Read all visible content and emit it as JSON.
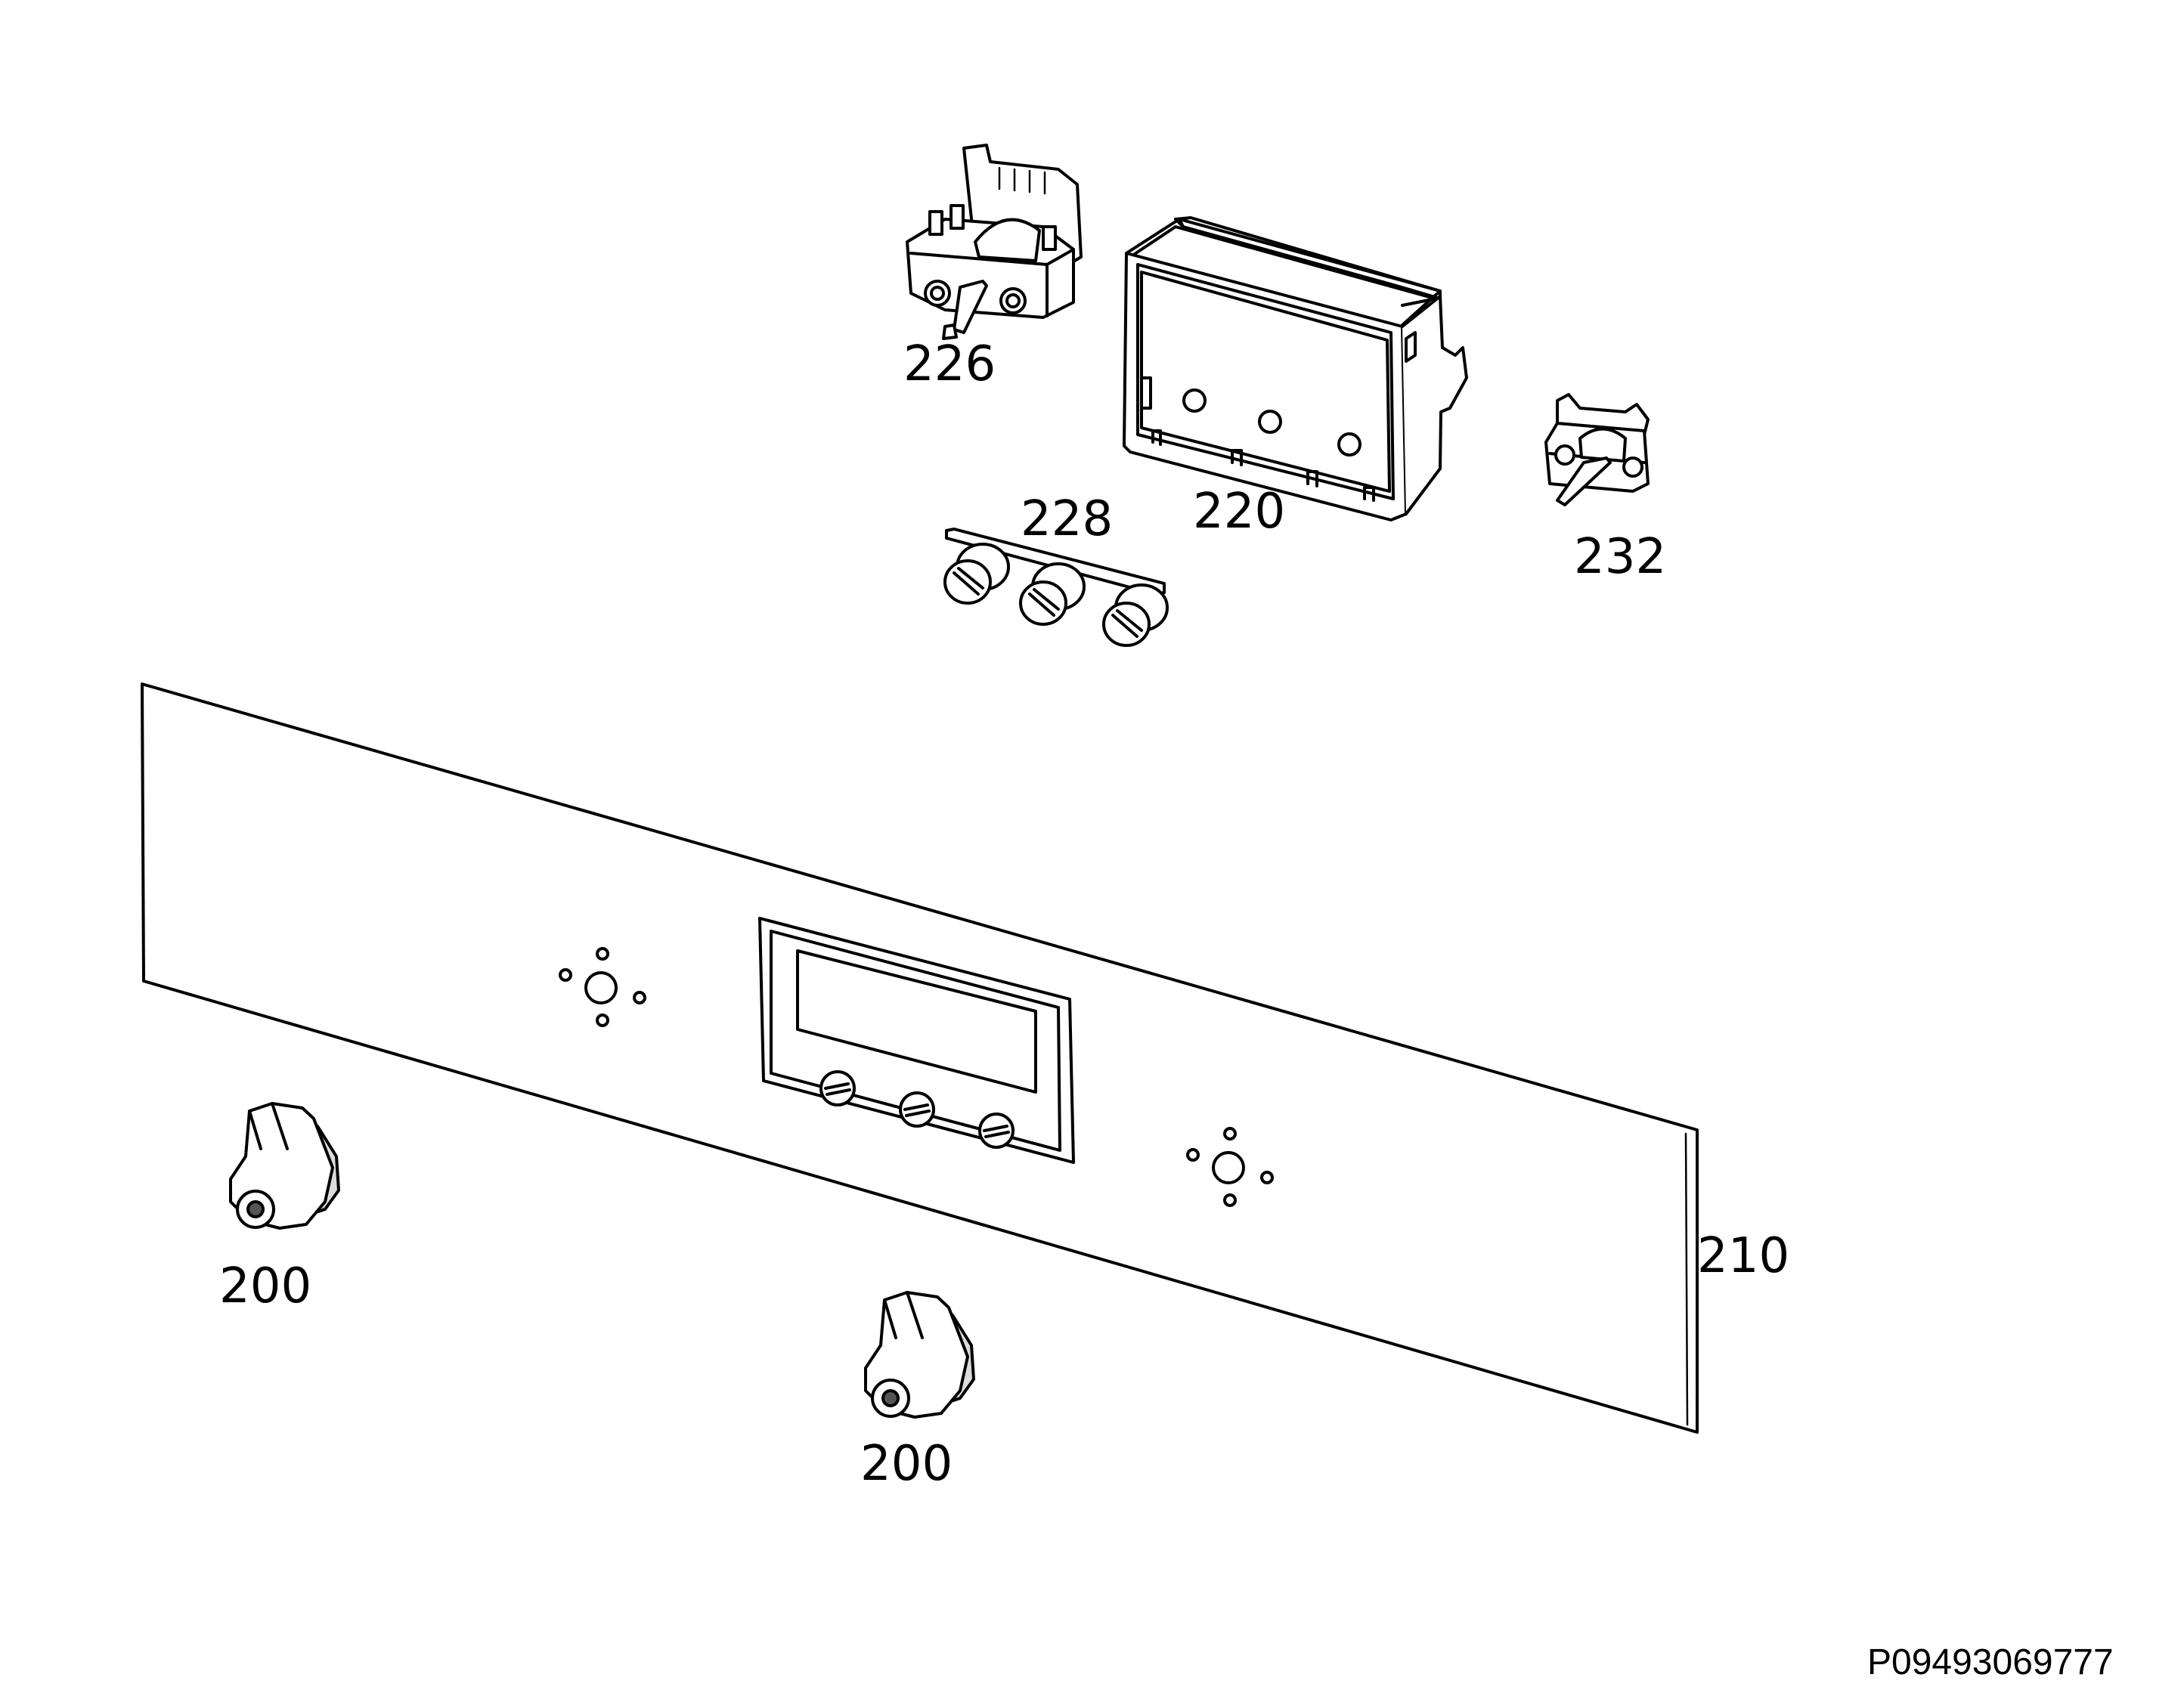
{
  "labels": {
    "p226": "226",
    "p220": "220",
    "p228": "228",
    "p232": "232",
    "p210": "210",
    "p200_left": "200",
    "p200_center": "200"
  },
  "document_code": "P09493069777",
  "colors": {
    "line": "#000000",
    "background": "#ffffff"
  }
}
